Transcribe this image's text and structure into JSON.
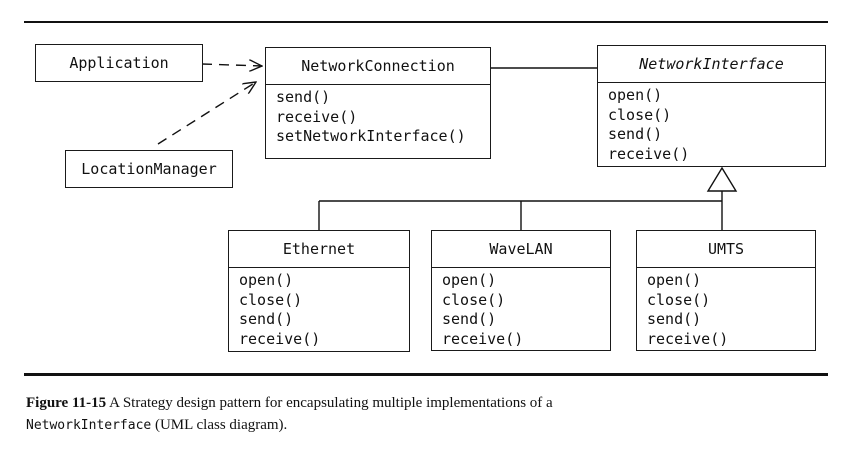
{
  "classes": {
    "application": {
      "name": "Application"
    },
    "location_manager": {
      "name": "LocationManager"
    },
    "network_connection": {
      "name": "NetworkConnection",
      "ops": [
        "send()",
        "receive()",
        "setNetworkInterface()"
      ]
    },
    "network_interface": {
      "name": "NetworkInterface",
      "ops": [
        "open()",
        "close()",
        "send()",
        "receive()"
      ]
    },
    "ethernet": {
      "name": "Ethernet",
      "ops": [
        "open()",
        "close()",
        "send()",
        "receive()"
      ]
    },
    "wavelan": {
      "name": "WaveLAN",
      "ops": [
        "open()",
        "close()",
        "send()",
        "receive()"
      ]
    },
    "umts": {
      "name": "UMTS",
      "ops": [
        "open()",
        "close()",
        "send()",
        "receive()"
      ]
    }
  },
  "caption": {
    "label": "Figure 11-15",
    "text_before": " A Strategy design pattern for encapsulating multiple implementations of a",
    "code": "NetworkInterface",
    "text_after": " (UML class diagram)."
  },
  "colors": {
    "ink": "#111111",
    "paper": "#ffffff"
  }
}
